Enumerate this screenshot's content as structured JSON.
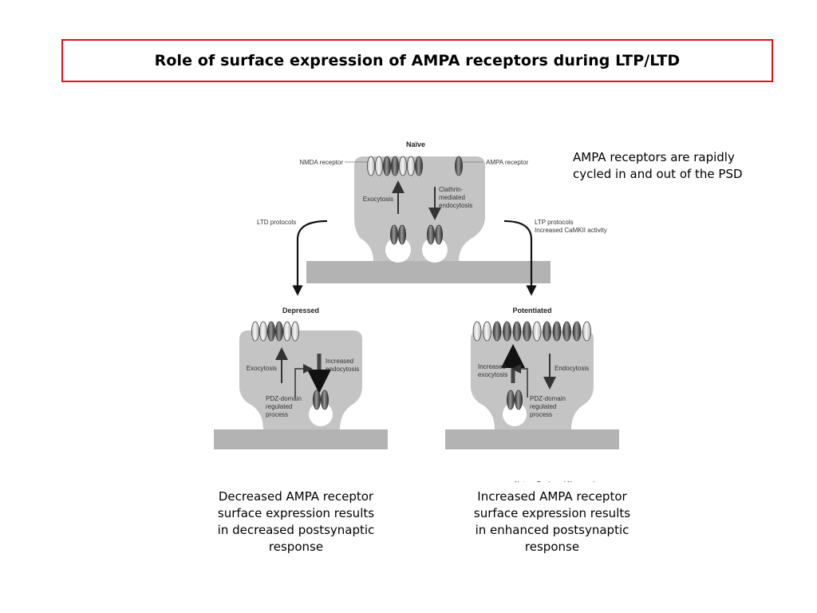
{
  "slide": {
    "title": "Role of surface expression of AMPA receptors during LTP/LTD",
    "note_line1": "AMPA receptors are rapidly",
    "note_line2": "cycled in and out of the PSD",
    "caption_left_lines": [
      "Decreased AMPA receptor",
      "surface expression results",
      "in decreased postsynaptic",
      "response"
    ],
    "caption_right_lines": [
      "Increased AMPA receptor",
      "surface expression results",
      "in enhanced postsynaptic",
      "response"
    ]
  },
  "figure": {
    "naive": {
      "title": "Naïve",
      "nmda_label": "NMDA receptor",
      "ampa_label": "AMPA receptor",
      "exocytosis": "Exocytosis",
      "endocytosis_lines": [
        "Clathrin-",
        "mediated",
        "endocytosis"
      ]
    },
    "ltd_label": "LTD protocols",
    "ltp_lines": [
      "LTP protocols",
      "Increased CaMKII activity"
    ],
    "depressed": {
      "title": "Depressed",
      "exocytosis": "Exocytosis",
      "endocytosis_lines": [
        "Increased",
        "endocytosis"
      ],
      "pdz_lines": [
        "PDZ-domain",
        "regulated",
        "process"
      ]
    },
    "potentiated": {
      "title": "Potentiated",
      "exocytosis_lines": [
        "Increased",
        "exocytosis"
      ],
      "endocytosis": "Endocytosis",
      "pdz_lines": [
        "PDZ-domain",
        "regulated",
        "process"
      ]
    },
    "credit": "Nature Reviews | Neuroscience"
  },
  "colors": {
    "title_border": "#e0121b",
    "neuron_fill": "#c4c4c4",
    "base_fill": "#b3b3b3",
    "nmda_fill": "#dcdcdc",
    "ampa_fill": "#5e5e5e"
  }
}
